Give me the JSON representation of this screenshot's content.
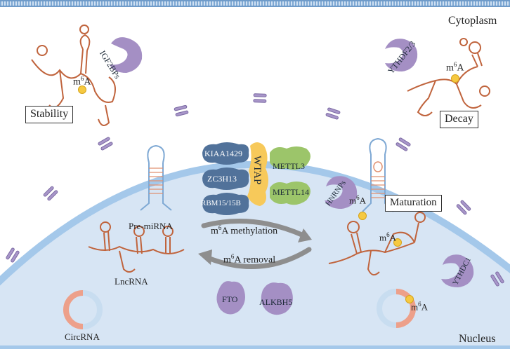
{
  "labels": {
    "cytoplasm": "Cytoplasm",
    "nucleus": "Nucleus",
    "stability": "Stability",
    "decay": "Decay",
    "maturation": "Maturation",
    "pre_mirna": "Pre-miRNA",
    "lncrna": "LncRNA",
    "circrna": "CircRNA",
    "m6a_base": "m",
    "m6a_sup": "6",
    "m6a_tail": "A",
    "methylation_tail": "A methylation",
    "removal_tail": "A removal"
  },
  "proteins": {
    "igf2bps": "IGF2BPs",
    "ythdf": "YTHDF2/3",
    "hnrnps": "HNRNPs",
    "ythdc1": "YTHDC1",
    "kiaa1429": "KIAA1429",
    "zc3h13": "ZC3H13",
    "rbm15": "RBM15/15B",
    "wtap": "WTAP",
    "mettl3": "METTL3",
    "mettl14": "METTL14",
    "fto": "FTO",
    "alkbh5": "ALKBH5"
  },
  "colors": {
    "nucleus_fill": "#d6e4f3",
    "nuclear_envelope": "#9ec4e8",
    "rna": "#c0643d",
    "reader_protein": "#a48fc4",
    "writer_blue": "#51729a",
    "writer_yellow": "#f7c95a",
    "writer_green": "#9cc56a",
    "m6a_mark": "#f6c941",
    "arrow": "#8e8e8e"
  }
}
